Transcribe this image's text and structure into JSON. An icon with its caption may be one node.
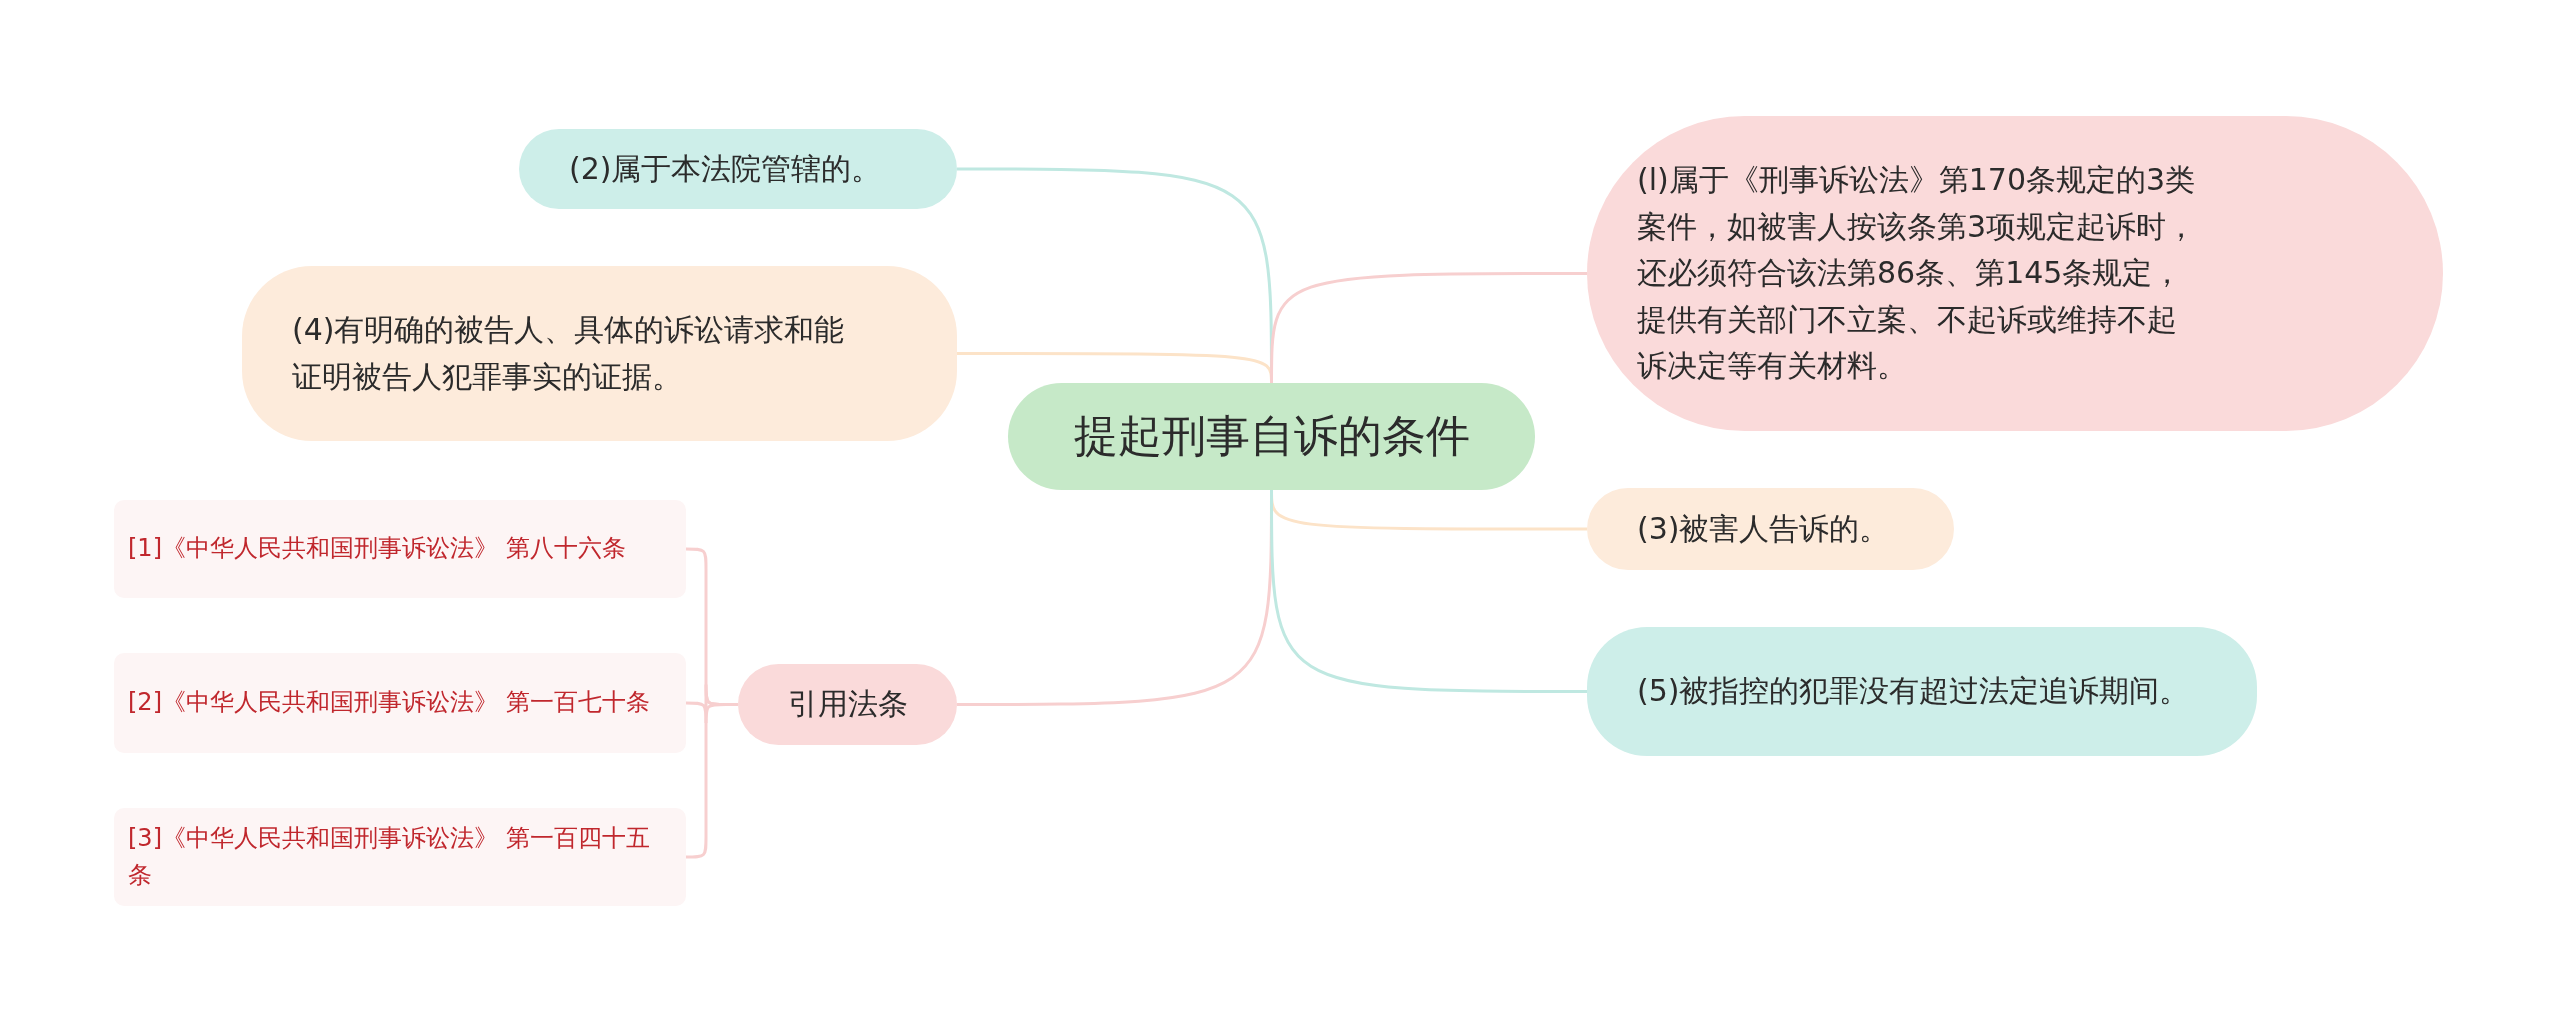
{
  "diagram": {
    "nodes": [
      {
        "text": [
          "提起刑事自诉的条件"
        ]
      },
      {
        "text": [
          "(2)属于本法院管辖的。"
        ]
      },
      {
        "text": [
          "(4)有明确的被告人、具体的诉讼请求和能证明被告人犯罪事实的证据。"
        ]
      },
      {
        "text": [
          "引用法条"
        ]
      },
      {
        "text": [
          "[1]《中华人民共和国刑事诉讼法》 第八十六条"
        ]
      },
      {
        "text": [
          "[2]《中华人民共和国刑事诉讼法》 第一百七十条"
        ]
      },
      {
        "text": [
          "[3]《中华人民共和国刑事诉讼法》 第一百四十五条"
        ]
      },
      {
        "text": [
          "(l)属于《刑事诉讼法》第170条规定的3类案件，如被害人按该条第3项规定起诉时，还必须符合该法第86条、第145条规定，提供有关部门不立案、不起诉或维持不起诉决定等有关材料。"
        ]
      },
      {
        "text": [
          "(3)被害人告诉的。"
        ]
      },
      {
        "text": [
          "(5)被指控的犯罪没有超过法定追诉期间。"
        ]
      }
    ],
    "edges": [
      {
        "from": 0,
        "to": 1,
        "arrow": "none",
        "color": "#bfe8e1"
      },
      {
        "from": 0,
        "to": 2,
        "arrow": "none",
        "color": "#fce3c8"
      },
      {
        "from": 0,
        "to": 3,
        "arrow": "none",
        "color": "#f7cfcf"
      },
      {
        "from": 3,
        "to": 4,
        "arrow": "none",
        "color": "#f7cfcf"
      },
      {
        "from": 3,
        "to": 5,
        "arrow": "none",
        "color": "#f7cfcf"
      },
      {
        "from": 3,
        "to": 6,
        "arrow": "none",
        "color": "#f7cfcf"
      },
      {
        "from": 0,
        "to": 7,
        "arrow": "none",
        "color": "#f7cfcf"
      },
      {
        "from": 0,
        "to": 8,
        "arrow": "none",
        "color": "#fce3c8"
      },
      {
        "from": 0,
        "to": 9,
        "arrow": "none",
        "color": "#bfe8e1"
      }
    ]
  }
}
